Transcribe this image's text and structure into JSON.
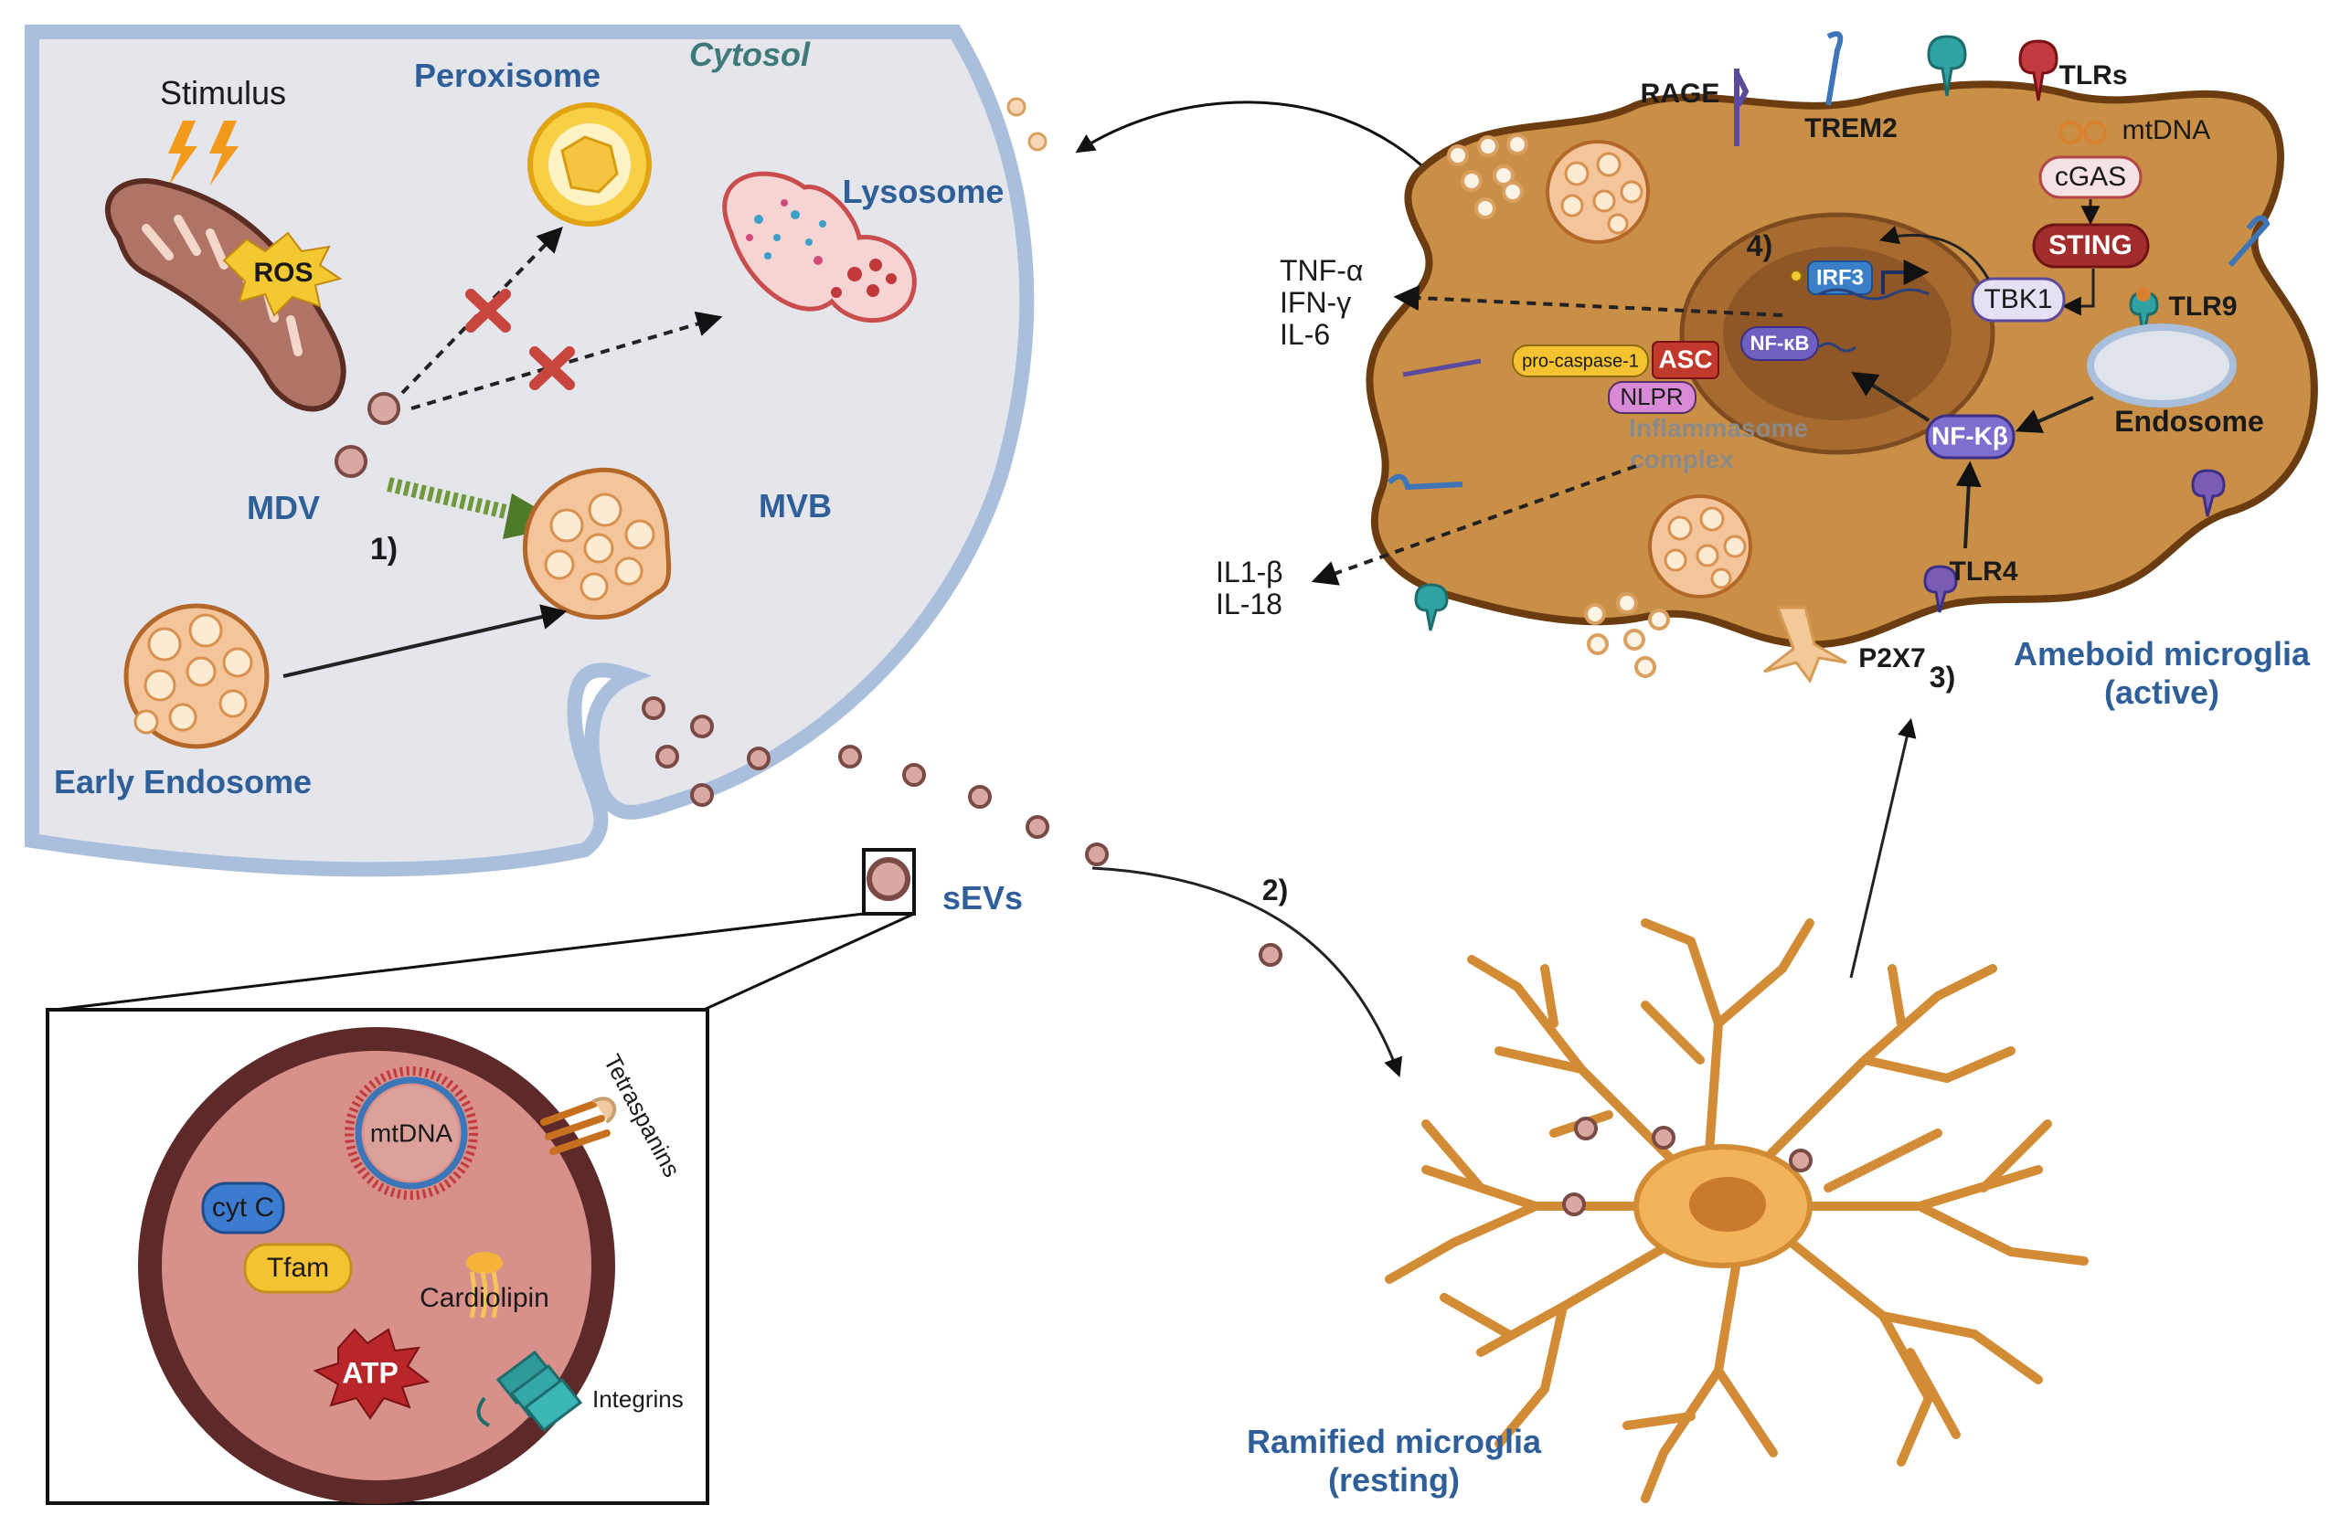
{
  "left_cell": {
    "stimulus": "Stimulus",
    "ros": "ROS",
    "peroxisome": "Peroxisome",
    "cytosol": "Cytosol",
    "lysosome": "Lysosome",
    "mdv": "MDV",
    "mvb": "MVB",
    "step1": "1)",
    "early_endosome": "Early Endosome",
    "sevs": "sEVs"
  },
  "inset": {
    "mtdna": "mtDNA",
    "tetraspanins": "Tetraspanins",
    "cytc": "cyt C",
    "tfam": "Tfam",
    "cardiolipin": "Cardiolipin",
    "atp": "ATP",
    "integrins": "Integrins"
  },
  "ameboid": {
    "rage": "RAGE",
    "trem2": "TREM2",
    "tlrs": "TLRs",
    "mtdna": "mtDNA",
    "cgas": "cGAS",
    "sting": "STING",
    "tbk1": "TBK1",
    "tlr9": "TLR9",
    "endosome": "Endosome",
    "step4": "4)",
    "irf3": "IRF3",
    "nfkb_nucleus": "NF-κB",
    "pro_caspase": "pro-caspase-1",
    "asc": "ASC",
    "nlpr": "NLPR",
    "inflammasome_1": "Inflammasome",
    "inflammasome_2": "complex",
    "nfkb": "NF-Kβ",
    "tlr4": "TLR4",
    "p2x7": "P2X7",
    "step3": "3)",
    "title_1": "Ameboid microglia",
    "title_2": "(active)"
  },
  "cytokines": {
    "group1": [
      "TNF-α",
      "IFN-γ",
      "IL-6"
    ],
    "group2": [
      "IL1-β",
      "IL-18"
    ]
  },
  "ramified": {
    "step2": "2)",
    "title_1": "Ramified microglia",
    "title_2": "(resting)"
  },
  "colors": {
    "cytosol_fill": "#e4e6ec",
    "membrane": "#a9bfdc",
    "label_blue": "#2f5f98",
    "microglia_fill": "#c98f46",
    "microglia_edge": "#6b3c10",
    "ramified_fill": "#f3b35a",
    "sting_red": "#a32d2d",
    "ev_fill": "#d9a8a0"
  }
}
